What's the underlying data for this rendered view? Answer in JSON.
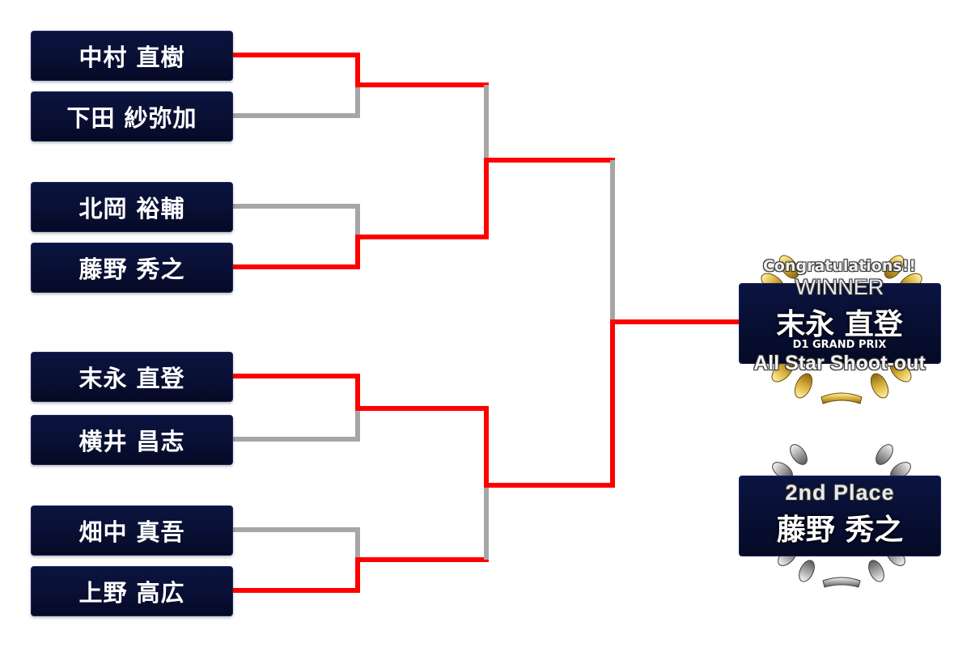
{
  "bracket": {
    "players": [
      "中村 直樹",
      "下田 紗弥加",
      "北岡 裕輔",
      "藤野 秀之",
      "末永 直登",
      "横井 昌志",
      "畑中 真吾",
      "上野 高広"
    ]
  },
  "winner": {
    "congrats": "Congratulations!!",
    "label": "WINNER",
    "name": "末永 直登",
    "series": "D1 GRAND PRIX",
    "event": "All Star Shoot-out"
  },
  "second": {
    "label": "2nd Place",
    "name": "藤野 秀之"
  },
  "colors": {
    "win_line": "#ff0000",
    "lose_line": "#a6a6a6",
    "box_bg": "#0a1035",
    "gold": "#d9b13a",
    "silver": "#9a9a9a"
  }
}
